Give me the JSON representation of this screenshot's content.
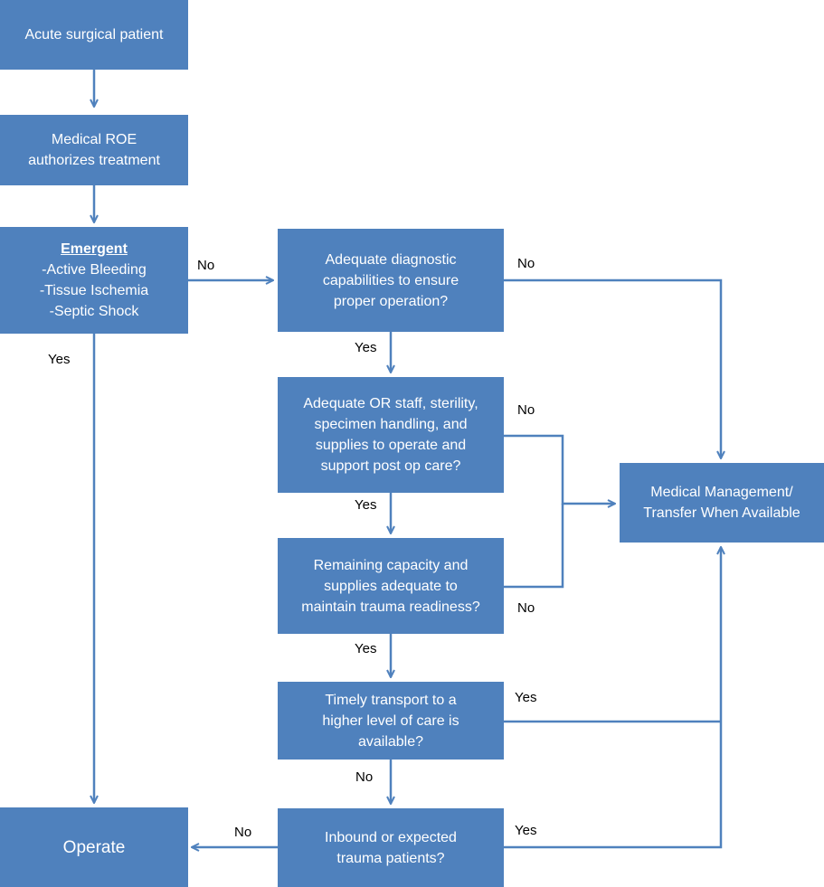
{
  "nodes": {
    "acute": {
      "lines": [
        "Acute surgical patient"
      ]
    },
    "roe": {
      "lines": [
        "Medical ROE",
        "authorizes treatment"
      ]
    },
    "emergent": {
      "header": "Emergent",
      "lines": [
        "-Active Bleeding",
        "-Tissue Ischemia",
        "-Septic Shock"
      ]
    },
    "diagnostic": {
      "lines": [
        "Adequate diagnostic",
        "capabilities to ensure",
        "proper operation?"
      ]
    },
    "staff": {
      "lines": [
        "Adequate OR staff, sterility,",
        "specimen handling, and",
        "supplies to operate and",
        "support post op care?"
      ]
    },
    "capacity": {
      "lines": [
        "Remaining capacity and",
        "supplies adequate to",
        "maintain trauma readiness?"
      ]
    },
    "transport": {
      "lines": [
        "Timely transport  to a",
        "higher level of care is",
        "available?"
      ]
    },
    "inbound": {
      "lines": [
        "Inbound or expected",
        "trauma patients?"
      ]
    },
    "medmgmt": {
      "lines": [
        "Medical Management/",
        "Transfer When Available"
      ]
    },
    "operate": {
      "lines": [
        "Operate"
      ]
    }
  },
  "edge_labels": {
    "emergent_no": "No",
    "emergent_yes": "Yes",
    "diagnostic_no": "No",
    "diagnostic_yes": "Yes",
    "staff_no": "No",
    "staff_yes": "Yes",
    "capacity_no": "No",
    "capacity_yes": "Yes",
    "transport_yes": "Yes",
    "transport_no": "No",
    "inbound_no": "No",
    "inbound_yes": "Yes"
  },
  "colors": {
    "box": "#4f81bd",
    "connector": "#4f81bd",
    "text": "#ffffff",
    "label": "#000000"
  }
}
